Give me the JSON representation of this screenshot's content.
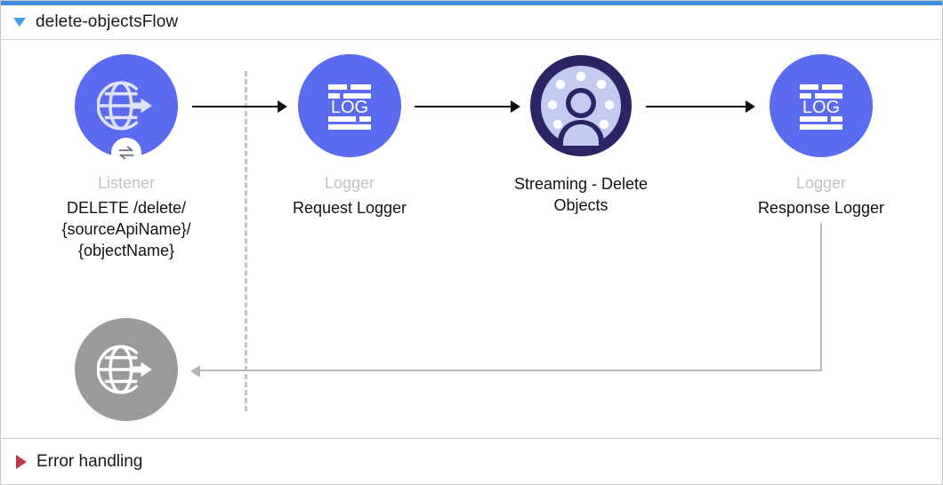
{
  "window": {
    "accent_color": "#3d8cdd",
    "background": "#ffffff"
  },
  "flow": {
    "toggle_icon": "triangle-down-icon",
    "title": "delete-objectsFlow",
    "expanded": true
  },
  "nodes": [
    {
      "id": "listener",
      "icon": "globe-arrow-icon",
      "badge_icon": "exchange-arrows-icon",
      "circle_color": "#5b6bef",
      "type_label": "Listener",
      "name_label": "DELETE /delete/\n{sourceApiName}/\n{objectName}",
      "name_lines": [
        "DELETE /delete/",
        "{sourceApiName}/",
        "{objectName}"
      ]
    },
    {
      "id": "request-logger",
      "icon": "log-icon",
      "circle_color": "#5b6bef",
      "type_label": "Logger",
      "name_label": "Request Logger",
      "name_lines": [
        "Request Logger"
      ]
    },
    {
      "id": "streaming-delete-objects",
      "icon": "salesforce-person-icon",
      "circle_color": "#2b2566",
      "circle_fill": "#c3cbf0",
      "type_label": "",
      "name_label": "Streaming - Delete Objects",
      "name_lines": [
        "Streaming - Delete",
        "Objects"
      ]
    },
    {
      "id": "response-logger",
      "icon": "log-icon",
      "circle_color": "#5b6bef",
      "type_label": "Logger",
      "name_label": "Response Logger",
      "name_lines": [
        "Response Logger"
      ]
    },
    {
      "id": "response-endpoint",
      "icon": "globe-arrow-icon",
      "circle_color": "#9a9a9a",
      "type_label": "",
      "name_label": "",
      "name_lines": []
    }
  ],
  "error_section": {
    "toggle_icon": "triangle-right-icon",
    "title": "Error handling",
    "expanded": false,
    "toggle_color": "#c0394b"
  }
}
